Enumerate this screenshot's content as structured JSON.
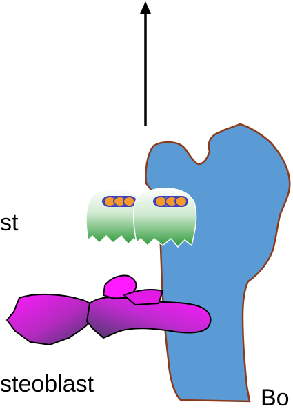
{
  "labels": {
    "left_cell_partial": "st",
    "bottom_cell_partial": "steoblast",
    "right_partial": "Bo"
  },
  "colors": {
    "bone_fill": "#5b9bd5",
    "bone_stroke": "#8b3a1a",
    "osteoblast_green": "#2e9a3a",
    "nucleus_orange": "#f39a2b",
    "nucleus_stroke": "#3f3fbf",
    "osteoclast_magenta": "#ff1aff",
    "osteoclast_dark": "#4a3a6a",
    "arrow": "#000000"
  },
  "icons": [
    "up-arrow",
    "bone-shape",
    "cell-shape"
  ]
}
